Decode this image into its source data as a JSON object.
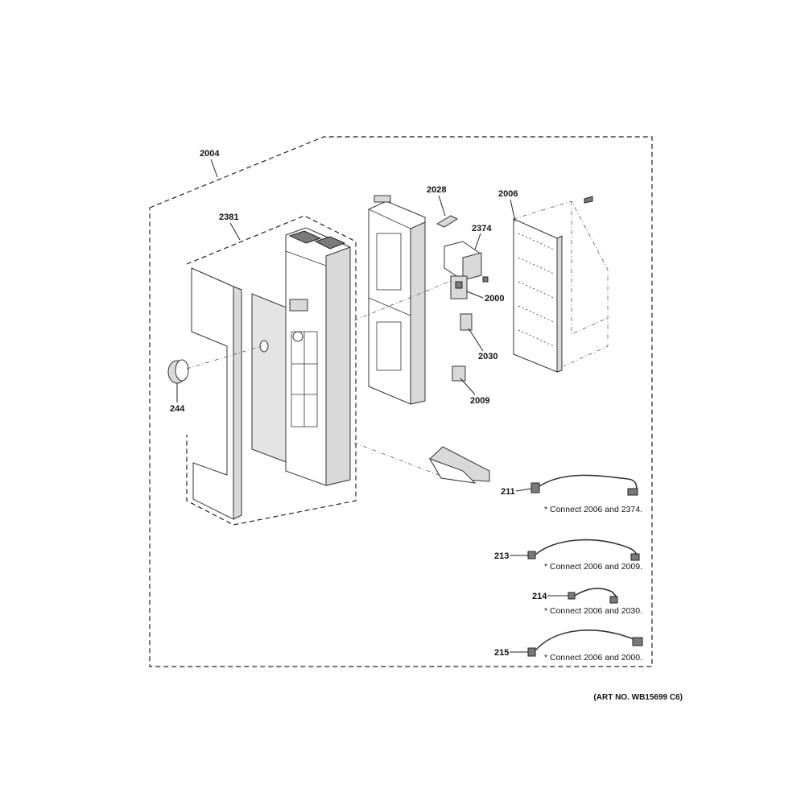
{
  "diagram": {
    "callouts": {
      "assembly": "2004",
      "control_panel": "2381",
      "knob": "244",
      "bracket": "2028",
      "module": "2374",
      "main_board": "2006",
      "switch_a": "2000",
      "switch_b": "2030",
      "switch_c": "2009"
    },
    "harnesses": [
      {
        "callout": "211",
        "note": "* Connect 2006 and 2374."
      },
      {
        "callout": "213",
        "note": "* Connect 2006 and 2009."
      },
      {
        "callout": "214",
        "note": "* Connect 2006 and 2030."
      },
      {
        "callout": "215",
        "note": "* Connect 2006 and 2000."
      }
    ],
    "art_number": "(ART NO. WB15699 C6)"
  }
}
